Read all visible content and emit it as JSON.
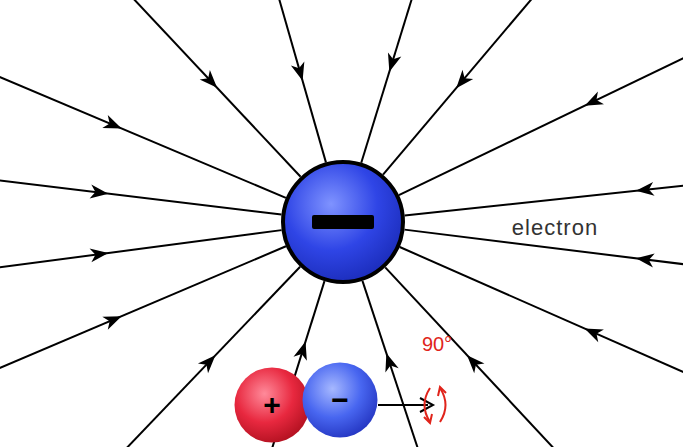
{
  "diagram": {
    "nodes": [
      {
        "text": [
          "+"
        ]
      },
      {
        "text": [
          "−"
        ]
      }
    ],
    "labels": [
      "electron",
      "90°"
    ]
  }
}
